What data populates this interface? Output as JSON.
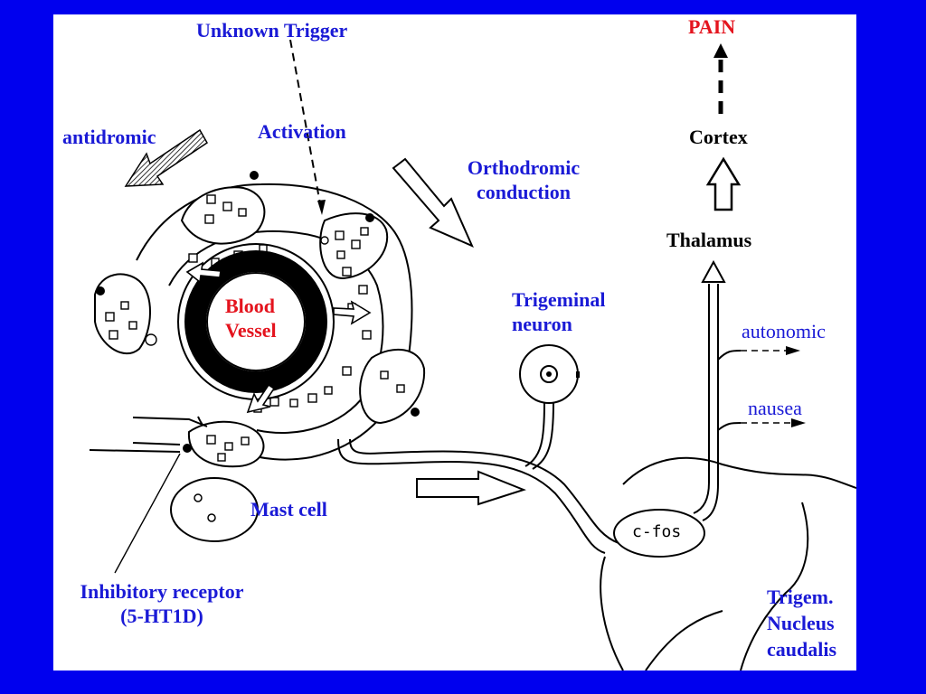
{
  "labels": {
    "unknown_trigger": "Unknown Trigger",
    "pain": "PAIN",
    "antidromic": "antidromic",
    "activation": "Activation",
    "cortex": "Cortex",
    "orthodromic_line1": "Orthodromic",
    "orthodromic_line2": "conduction",
    "thalamus": "Thalamus",
    "blood_line1": "Blood",
    "blood_line2": "Vessel",
    "trigeminal_line1": "Trigeminal",
    "trigeminal_line2": "neuron",
    "autonomic": "autonomic",
    "nausea": "nausea",
    "mast_cell": "Mast cell",
    "cfos": "c-fos",
    "inhibitory_line1": "Inhibitory receptor",
    "inhibitory_line2": "(5-HT1D)",
    "trigem_line1": "Trigem.",
    "trigem_line2": "Nucleus",
    "trigem_line3": "caudalis"
  },
  "colors": {
    "background": "#0000ee",
    "panel": "#ffffff",
    "label_blue": "#1a1ad6",
    "label_red": "#e4141e",
    "ink": "#000000"
  }
}
